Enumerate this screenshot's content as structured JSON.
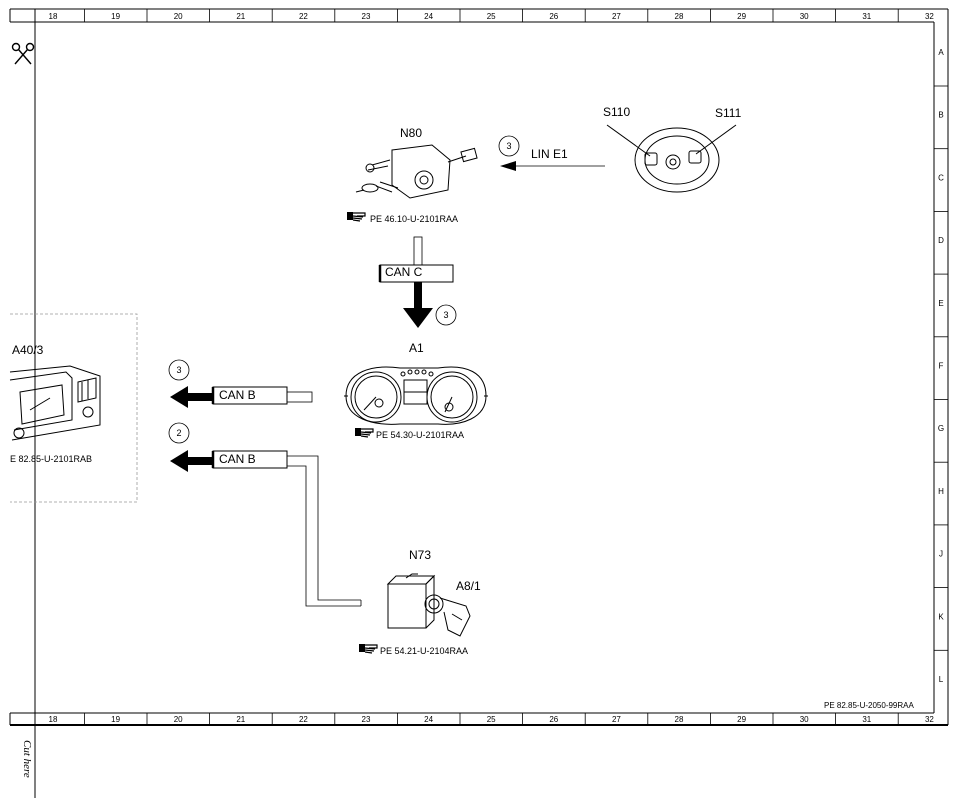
{
  "frame": {
    "columns": [
      "18",
      "19",
      "20",
      "21",
      "22",
      "23",
      "24",
      "25",
      "26",
      "27",
      "28",
      "29",
      "30",
      "31",
      "32"
    ],
    "rows": [
      "A",
      "B",
      "C",
      "D",
      "E",
      "F",
      "G",
      "H",
      "J",
      "K",
      "L"
    ],
    "cut_text": "Cut here",
    "sheet_ref": "PE 82.85-U-2050-99RAA"
  },
  "components": {
    "n80": {
      "label": "N80",
      "ref": "PE 46.10-U-2101RAA"
    },
    "s110": {
      "label": "S110"
    },
    "s111": {
      "label": "S111"
    },
    "a1": {
      "label": "A1",
      "ref": "PE 54.30-U-2101RAA"
    },
    "a40": {
      "label": "A40/3",
      "ref": "E 82.85-U-2101RAB"
    },
    "n73": {
      "label": "N73",
      "ref": "PE 54.21-U-2104RAA"
    },
    "a8": {
      "label": "A8/1"
    }
  },
  "connections": {
    "lin": {
      "label": "LIN E1",
      "num": "3"
    },
    "canc": {
      "label": "CAN C",
      "num": "3"
    },
    "canb1": {
      "label": "CAN B",
      "num": "3"
    },
    "canb2": {
      "label": "CAN B",
      "num": "2"
    }
  },
  "icons": {
    "scissors": "scissors-icon",
    "reference": "pointing-hand-icon"
  }
}
